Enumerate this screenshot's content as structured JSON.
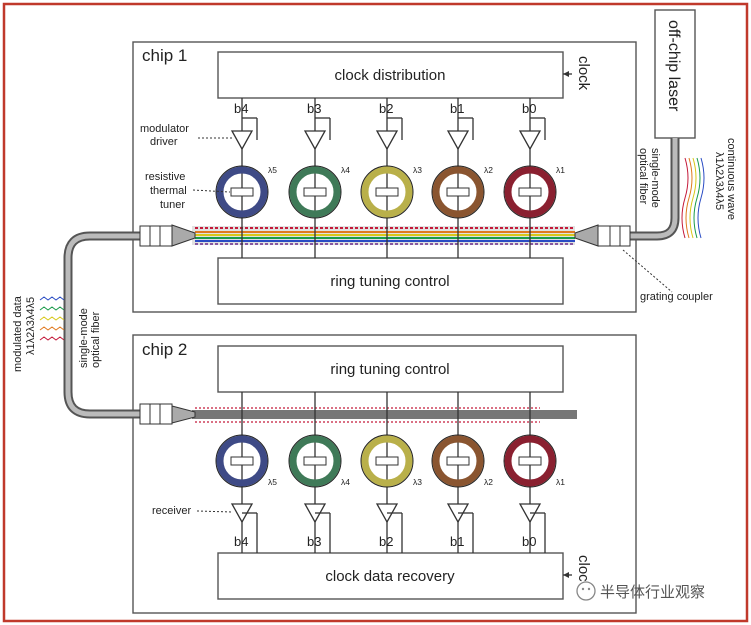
{
  "chip1": {
    "title": "chip 1",
    "clock_block": "clock distribution",
    "clock_input": "clock",
    "tuning_block": "ring tuning control",
    "bits": [
      "b4",
      "b3",
      "b2",
      "b1",
      "b0"
    ],
    "bit_subscripts": [
      "4",
      "3",
      "2",
      "1",
      "0"
    ],
    "wavelengths": [
      "λ5",
      "λ4",
      "λ3",
      "λ2",
      "λ1"
    ],
    "ring_colors": [
      "#3e4a86",
      "#3f7a58",
      "#b9b04a",
      "#8a5530",
      "#8a2030"
    ],
    "annotations": {
      "modulator_driver": [
        "modulator",
        "driver"
      ],
      "thermal_tuner": [
        "resistive",
        "thermal",
        "tuner"
      ],
      "grating_coupler": "grating coupler"
    }
  },
  "chip2": {
    "title": "chip 2",
    "tuning_block": "ring tuning control",
    "clock_block": "clock data recovery",
    "clock_input": "cloc",
    "bits": [
      "b4",
      "b3",
      "b2",
      "b1",
      "b0"
    ],
    "wavelengths": [
      "λ5",
      "λ4",
      "λ3",
      "λ2",
      "λ1"
    ],
    "annotations": {
      "receiver": "receiver"
    }
  },
  "laser": {
    "label": "off-chip laser",
    "wave_label": "continuous wave",
    "wave_lambdas": "λ1λ2λ3λ4λ5",
    "fiber_label": [
      "single-mode",
      "optical fiber"
    ]
  },
  "link_fiber": {
    "data_label": [
      "modulated data",
      "λ1λ2λ3λ4λ5"
    ],
    "fiber_label": [
      "single-mode",
      "optical fiber"
    ]
  },
  "wavelength_palette": [
    "#2a4cc4",
    "#1a9a4a",
    "#d8c81a",
    "#e07a20",
    "#c41a3a"
  ],
  "watermark": "半导体行业观察",
  "border_color": "#c0392b"
}
